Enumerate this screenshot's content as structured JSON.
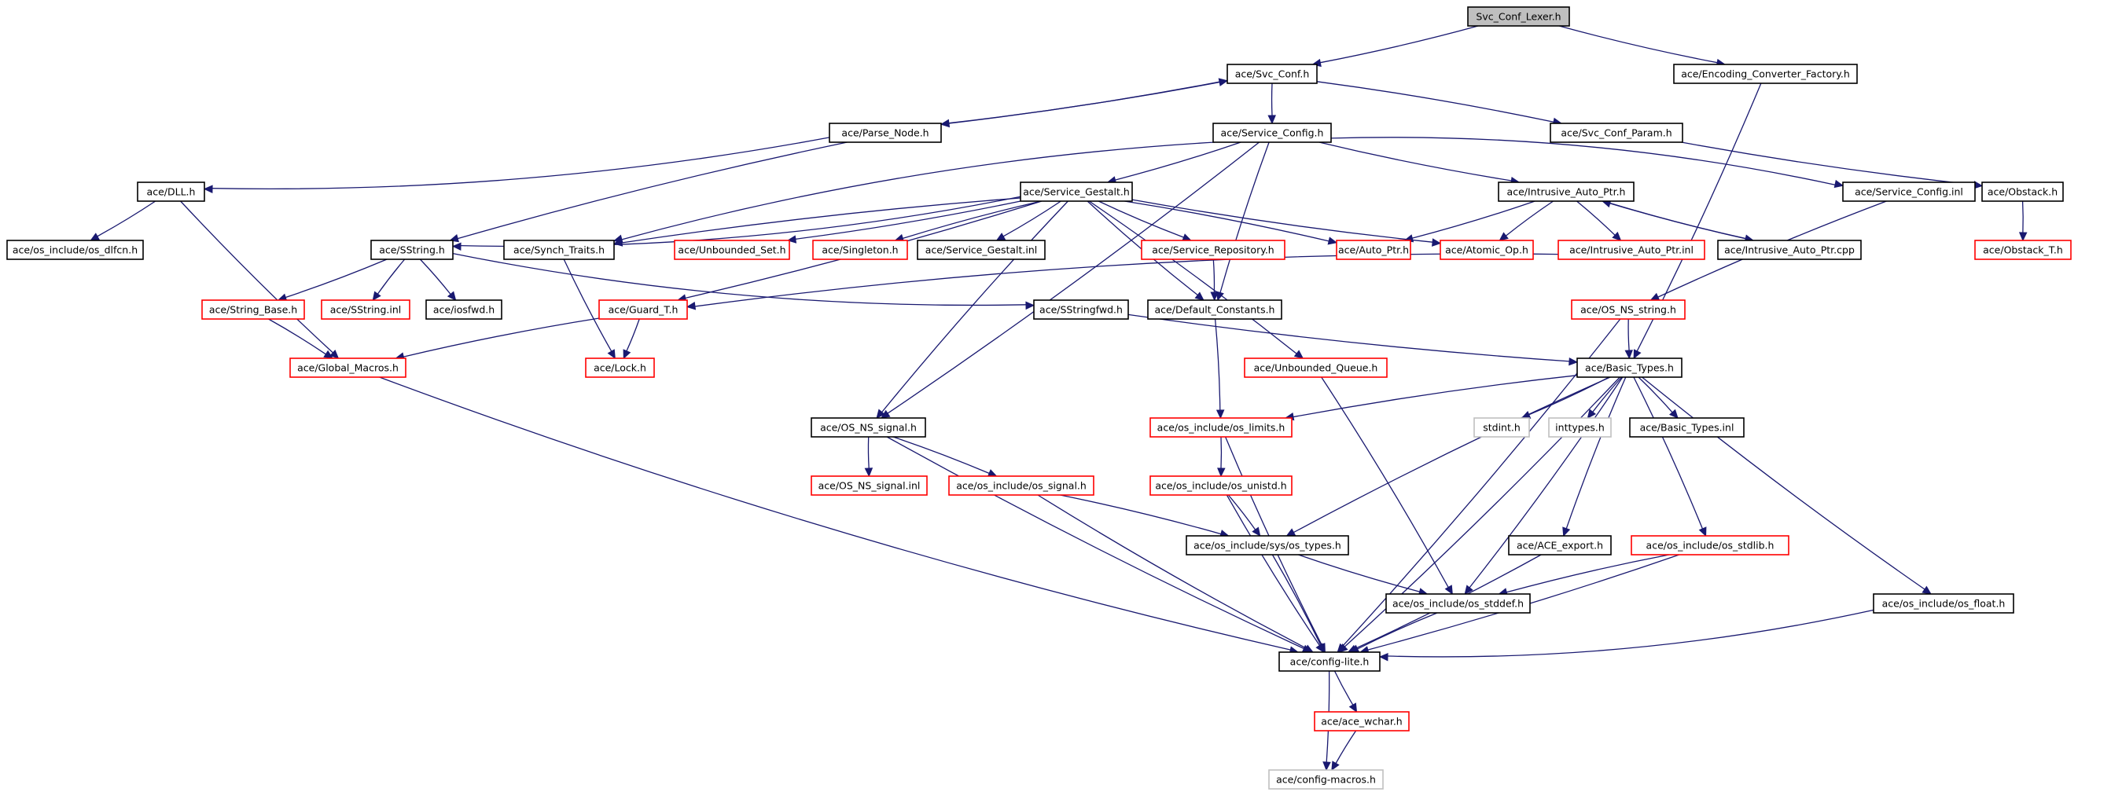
{
  "diagram": {
    "colors": {
      "edge": "#191970",
      "border_normal": "#000000",
      "border_incomplete": "#ff0000",
      "border_external": "#bfbfbf",
      "fill_root": "#bfbfbf",
      "fill_normal": "#ffffff"
    },
    "nodes": [
      {
        "id": "svc_conf_lexer",
        "label": "Svc_Conf_Lexer.h",
        "kind": "root"
      },
      {
        "id": "svc_conf",
        "label": "ace/Svc_Conf.h",
        "kind": "normal"
      },
      {
        "id": "encoding_conv",
        "label": "ace/Encoding_Converter_Factory.h",
        "kind": "normal"
      },
      {
        "id": "parse_node",
        "label": "ace/Parse_Node.h",
        "kind": "normal"
      },
      {
        "id": "service_config",
        "label": "ace/Service_Config.h",
        "kind": "normal"
      },
      {
        "id": "svc_conf_param",
        "label": "ace/Svc_Conf_Param.h",
        "kind": "normal"
      },
      {
        "id": "dll",
        "label": "ace/DLL.h",
        "kind": "normal"
      },
      {
        "id": "service_gestalt",
        "label": "ace/Service_Gestalt.h",
        "kind": "normal"
      },
      {
        "id": "intrusive_auto_ptr",
        "label": "ace/Intrusive_Auto_Ptr.h",
        "kind": "normal"
      },
      {
        "id": "service_config_inl",
        "label": "ace/Service_Config.inl",
        "kind": "normal"
      },
      {
        "id": "obstack",
        "label": "ace/Obstack.h",
        "kind": "normal"
      },
      {
        "id": "os_dlfcn",
        "label": "ace/os_include/os_dlfcn.h",
        "kind": "normal"
      },
      {
        "id": "sstring",
        "label": "ace/SString.h",
        "kind": "normal"
      },
      {
        "id": "synch_traits",
        "label": "ace/Synch_Traits.h",
        "kind": "normal"
      },
      {
        "id": "unbounded_set",
        "label": "ace/Unbounded_Set.h",
        "kind": "incomplete"
      },
      {
        "id": "singleton",
        "label": "ace/Singleton.h",
        "kind": "incomplete"
      },
      {
        "id": "service_gestalt_inl",
        "label": "ace/Service_Gestalt.inl",
        "kind": "normal"
      },
      {
        "id": "service_repository",
        "label": "ace/Service_Repository.h",
        "kind": "incomplete"
      },
      {
        "id": "auto_ptr",
        "label": "ace/Auto_Ptr.h",
        "kind": "incomplete"
      },
      {
        "id": "atomic_op",
        "label": "ace/Atomic_Op.h",
        "kind": "incomplete"
      },
      {
        "id": "intrusive_auto_ptr_inl",
        "label": "ace/Intrusive_Auto_Ptr.inl",
        "kind": "incomplete"
      },
      {
        "id": "intrusive_auto_ptr_cpp",
        "label": "ace/Intrusive_Auto_Ptr.cpp",
        "kind": "normal"
      },
      {
        "id": "obstack_t",
        "label": "ace/Obstack_T.h",
        "kind": "incomplete"
      },
      {
        "id": "string_base",
        "label": "ace/String_Base.h",
        "kind": "incomplete"
      },
      {
        "id": "sstring_inl",
        "label": "ace/SString.inl",
        "kind": "incomplete"
      },
      {
        "id": "iosfwd",
        "label": "ace/iosfwd.h",
        "kind": "normal"
      },
      {
        "id": "guard_t",
        "label": "ace/Guard_T.h",
        "kind": "incomplete"
      },
      {
        "id": "sstringfwd",
        "label": "ace/SStringfwd.h",
        "kind": "normal"
      },
      {
        "id": "default_constants",
        "label": "ace/Default_Constants.h",
        "kind": "normal"
      },
      {
        "id": "os_ns_string",
        "label": "ace/OS_NS_string.h",
        "kind": "incomplete"
      },
      {
        "id": "global_macros",
        "label": "ace/Global_Macros.h",
        "kind": "incomplete"
      },
      {
        "id": "lock",
        "label": "ace/Lock.h",
        "kind": "incomplete"
      },
      {
        "id": "unbounded_queue",
        "label": "ace/Unbounded_Queue.h",
        "kind": "incomplete"
      },
      {
        "id": "basic_types",
        "label": "ace/Basic_Types.h",
        "kind": "normal"
      },
      {
        "id": "os_ns_signal",
        "label": "ace/OS_NS_signal.h",
        "kind": "normal"
      },
      {
        "id": "os_limits",
        "label": "ace/os_include/os_limits.h",
        "kind": "incomplete"
      },
      {
        "id": "stdint",
        "label": "stdint.h",
        "kind": "external"
      },
      {
        "id": "inttypes",
        "label": "inttypes.h",
        "kind": "external"
      },
      {
        "id": "basic_types_inl",
        "label": "ace/Basic_Types.inl",
        "kind": "normal"
      },
      {
        "id": "os_ns_signal_inl",
        "label": "ace/OS_NS_signal.inl",
        "kind": "incomplete"
      },
      {
        "id": "os_signal",
        "label": "ace/os_include/os_signal.h",
        "kind": "incomplete"
      },
      {
        "id": "os_unistd",
        "label": "ace/os_include/os_unistd.h",
        "kind": "incomplete"
      },
      {
        "id": "ace_export",
        "label": "ace/ACE_export.h",
        "kind": "normal"
      },
      {
        "id": "os_stdlib",
        "label": "ace/os_include/os_stdlib.h",
        "kind": "incomplete"
      },
      {
        "id": "os_types",
        "label": "ace/os_include/sys/os_types.h",
        "kind": "normal"
      },
      {
        "id": "os_stddef",
        "label": "ace/os_include/os_stddef.h",
        "kind": "normal"
      },
      {
        "id": "os_float",
        "label": "ace/os_include/os_float.h",
        "kind": "normal"
      },
      {
        "id": "config_lite",
        "label": "ace/config-lite.h",
        "kind": "normal"
      },
      {
        "id": "ace_wchar",
        "label": "ace/ace_wchar.h",
        "kind": "incomplete"
      },
      {
        "id": "config_macros",
        "label": "ace/config-macros.h",
        "kind": "external"
      }
    ],
    "edges": [
      [
        "svc_conf_lexer",
        "svc_conf"
      ],
      [
        "svc_conf_lexer",
        "encoding_conv"
      ],
      [
        "svc_conf",
        "parse_node"
      ],
      [
        "svc_conf",
        "service_config"
      ],
      [
        "svc_conf",
        "svc_conf_param"
      ],
      [
        "parse_node",
        "svc_conf"
      ],
      [
        "parse_node",
        "dll"
      ],
      [
        "parse_node",
        "sstring"
      ],
      [
        "encoding_conv",
        "basic_types"
      ],
      [
        "svc_conf_param",
        "obstack"
      ],
      [
        "service_config",
        "service_gestalt"
      ],
      [
        "service_config",
        "intrusive_auto_ptr"
      ],
      [
        "service_config",
        "service_config_inl"
      ],
      [
        "service_config",
        "synch_traits"
      ],
      [
        "service_config",
        "os_ns_signal"
      ],
      [
        "service_config",
        "default_constants"
      ],
      [
        "dll",
        "os_dlfcn"
      ],
      [
        "dll",
        "global_macros"
      ],
      [
        "obstack",
        "obstack_t"
      ],
      [
        "service_config_inl",
        "os_ns_string"
      ],
      [
        "service_gestalt",
        "sstring"
      ],
      [
        "service_gestalt",
        "synch_traits"
      ],
      [
        "service_gestalt",
        "unbounded_set"
      ],
      [
        "service_gestalt",
        "singleton"
      ],
      [
        "service_gestalt",
        "service_gestalt_inl"
      ],
      [
        "service_gestalt",
        "service_repository"
      ],
      [
        "service_gestalt",
        "auto_ptr"
      ],
      [
        "service_gestalt",
        "atomic_op"
      ],
      [
        "service_gestalt",
        "guard_t"
      ],
      [
        "service_gestalt",
        "default_constants"
      ],
      [
        "service_gestalt",
        "unbounded_queue"
      ],
      [
        "service_gestalt",
        "os_ns_signal"
      ],
      [
        "intrusive_auto_ptr",
        "auto_ptr"
      ],
      [
        "intrusive_auto_ptr",
        "atomic_op"
      ],
      [
        "intrusive_auto_ptr",
        "intrusive_auto_ptr_inl"
      ],
      [
        "intrusive_auto_ptr",
        "intrusive_auto_ptr_cpp"
      ],
      [
        "intrusive_auto_ptr_cpp",
        "intrusive_auto_ptr"
      ],
      [
        "intrusive_auto_ptr_inl",
        "guard_t"
      ],
      [
        "sstring",
        "string_base"
      ],
      [
        "sstring",
        "sstring_inl"
      ],
      [
        "sstring",
        "iosfwd"
      ],
      [
        "sstring",
        "sstringfwd"
      ],
      [
        "string_base",
        "global_macros"
      ],
      [
        "synch_traits",
        "lock"
      ],
      [
        "guard_t",
        "lock"
      ],
      [
        "guard_t",
        "global_macros"
      ],
      [
        "service_repository",
        "default_constants"
      ],
      [
        "sstringfwd",
        "basic_types"
      ],
      [
        "default_constants",
        "os_limits"
      ],
      [
        "os_ns_string",
        "basic_types"
      ],
      [
        "os_ns_string",
        "config_lite"
      ],
      [
        "global_macros",
        "config_lite"
      ],
      [
        "unbounded_queue",
        "os_stddef"
      ],
      [
        "basic_types",
        "os_limits"
      ],
      [
        "basic_types",
        "stdint"
      ],
      [
        "basic_types",
        "inttypes"
      ],
      [
        "basic_types",
        "basic_types_inl"
      ],
      [
        "basic_types",
        "ace_export"
      ],
      [
        "basic_types",
        "os_stdlib"
      ],
      [
        "basic_types",
        "os_types"
      ],
      [
        "basic_types",
        "os_stddef"
      ],
      [
        "basic_types",
        "os_float"
      ],
      [
        "basic_types",
        "config_lite"
      ],
      [
        "os_ns_signal",
        "os_ns_signal_inl"
      ],
      [
        "os_ns_signal",
        "os_signal"
      ],
      [
        "os_ns_signal",
        "config_lite"
      ],
      [
        "os_limits",
        "os_unistd"
      ],
      [
        "os_limits",
        "config_lite"
      ],
      [
        "os_signal",
        "os_types"
      ],
      [
        "os_signal",
        "config_lite"
      ],
      [
        "os_unistd",
        "os_types"
      ],
      [
        "os_unistd",
        "config_lite"
      ],
      [
        "ace_export",
        "config_lite"
      ],
      [
        "os_stdlib",
        "os_stddef"
      ],
      [
        "os_stdlib",
        "config_lite"
      ],
      [
        "os_types",
        "os_stddef"
      ],
      [
        "os_types",
        "config_lite"
      ],
      [
        "os_stddef",
        "config_lite"
      ],
      [
        "os_float",
        "config_lite"
      ],
      [
        "config_lite",
        "ace_wchar"
      ],
      [
        "config_lite",
        "config_macros"
      ],
      [
        "ace_wchar",
        "config_macros"
      ]
    ]
  }
}
